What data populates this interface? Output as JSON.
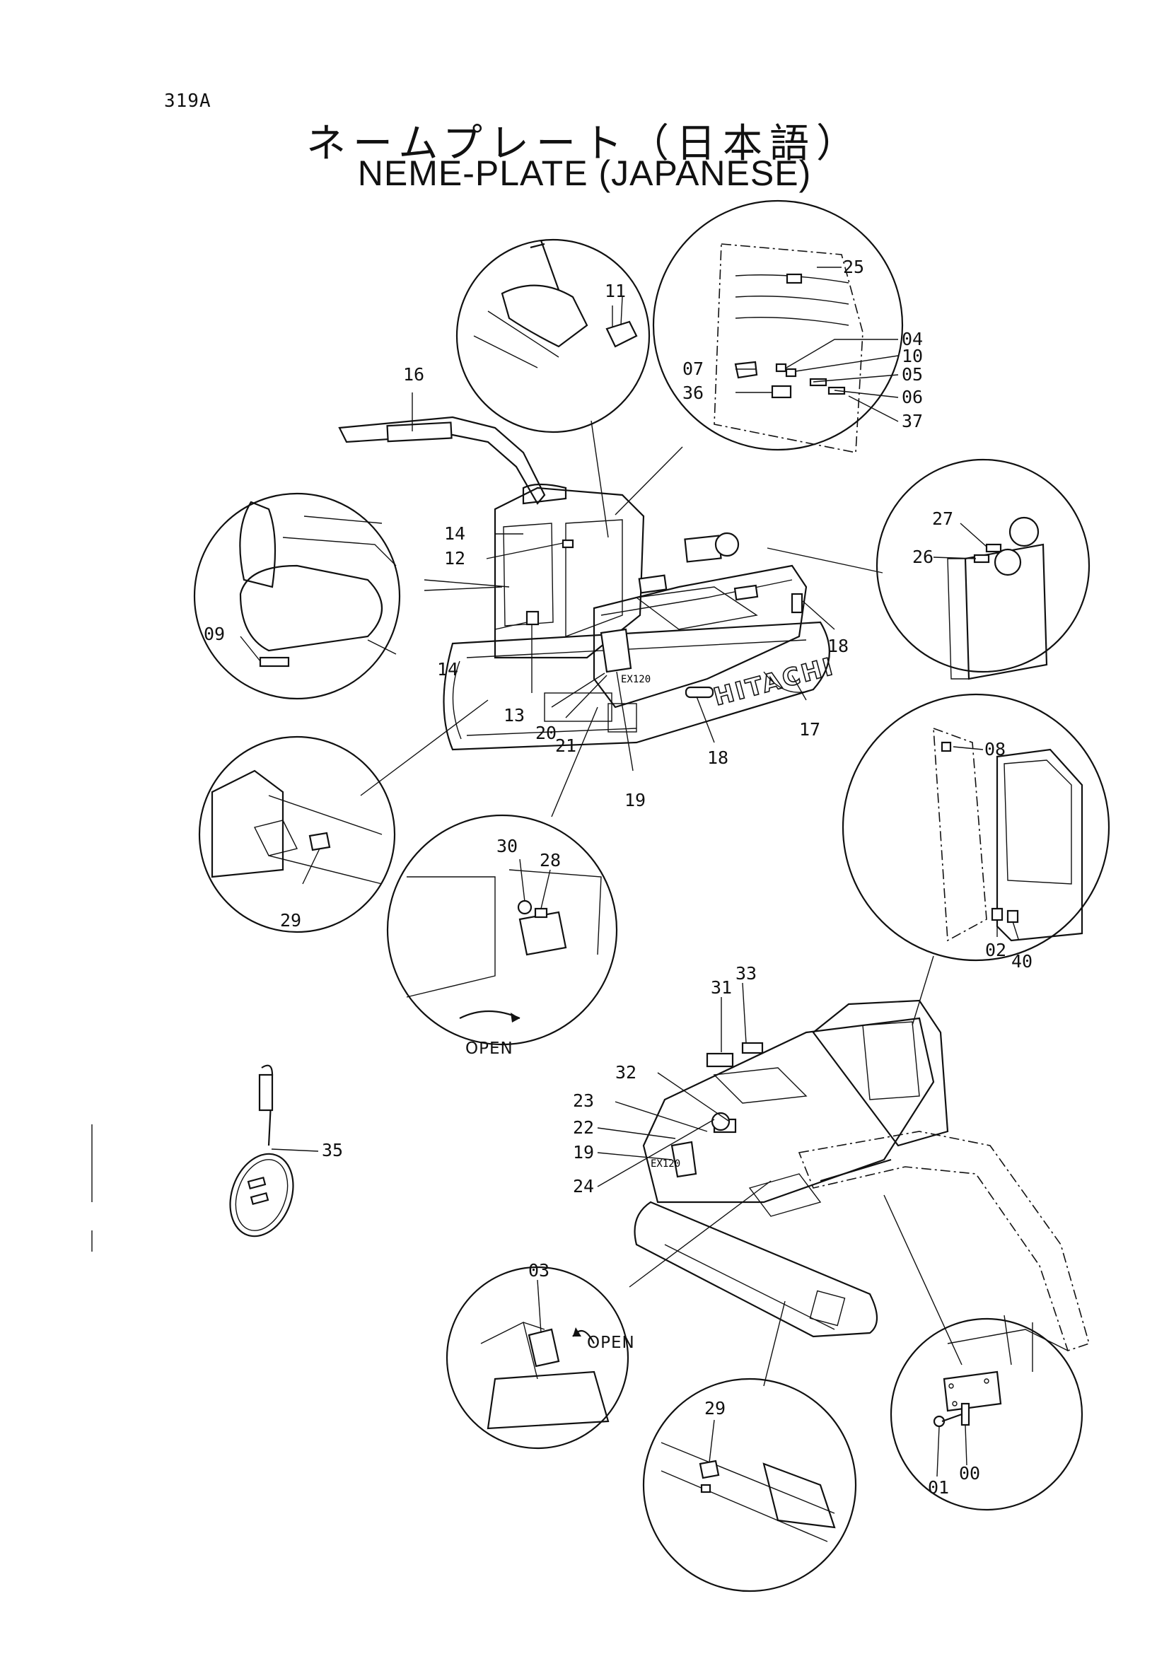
{
  "page_code": "319A",
  "title_jp": "ネームプレート（日本語）",
  "title_en": "NEME-PLATE (JAPANESE)",
  "brand_text": "HITACHI",
  "model_text": "EX120",
  "open_label": "OPEN",
  "part_numbers": {
    "p00": "00",
    "p01": "01",
    "p02": "02",
    "p03": "03",
    "p04": "04",
    "p05": "05",
    "p06": "06",
    "p07": "07",
    "p08": "08",
    "p09": "09",
    "p10": "10",
    "p11": "11",
    "p12": "12",
    "p13": "13",
    "p14": "14",
    "p16": "16",
    "p17": "17",
    "p18": "18",
    "p19": "19",
    "p20": "20",
    "p21": "21",
    "p22": "22",
    "p23": "23",
    "p24": "24",
    "p25": "25",
    "p26": "26",
    "p27": "27",
    "p28": "28",
    "p29": "29",
    "p30": "30",
    "p31": "31",
    "p32": "32",
    "p33": "33",
    "p35": "35",
    "p36": "36",
    "p37": "37",
    "p40": "40"
  }
}
